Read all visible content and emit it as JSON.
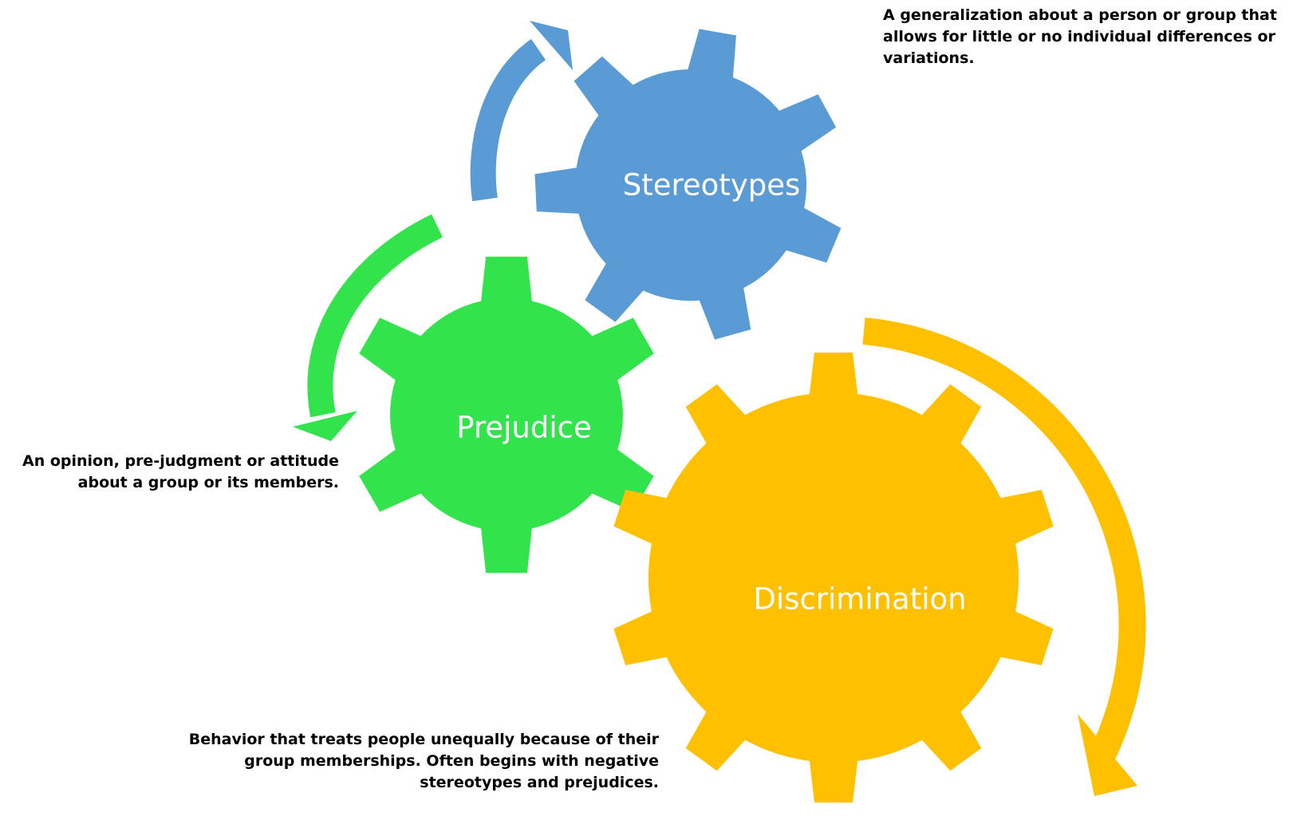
{
  "gears": [
    {
      "id": "stereotypes",
      "label": "Stereotypes",
      "color": "#5b9bd5",
      "description": "A generalization about a person or group that allows for little or no individual differences or variations."
    },
    {
      "id": "prejudice",
      "label": "Prejudice",
      "color": "#33e34c",
      "description": "An opinion, pre-judgment or attitude about a group or its members."
    },
    {
      "id": "discrimination",
      "label": "Discrimination",
      "color": "#ffc000",
      "description": "Behavior that treats people unequally because of their group memberships.  Often begins with negative stereotypes and prejudices."
    }
  ],
  "arrows": [
    {
      "name": "stereotypes-arrow",
      "color": "#5b9bd5"
    },
    {
      "name": "prejudice-arrow",
      "color": "#33e34c"
    },
    {
      "name": "discrimination-arrow",
      "color": "#ffc000"
    }
  ]
}
